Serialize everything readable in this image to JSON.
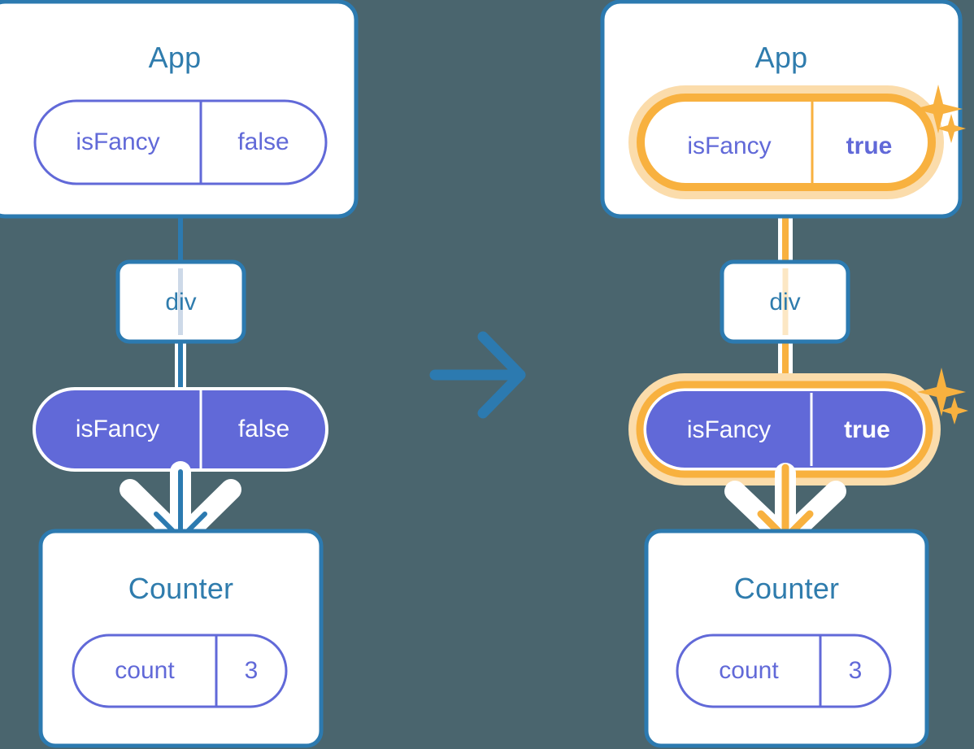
{
  "meta": {
    "background_color": "#4a656e",
    "card_border_color": "#2c7ab0",
    "card_fill_color": "#ffffff",
    "purple_color": "#6169d8",
    "purple_fill_color": "#6169d8",
    "highlight_color": "#f8b13f",
    "highlight_glow_color": "#fbdcab",
    "title_color": "#2f7cad",
    "arrow_white": "#ffffff"
  },
  "transition_arrow": {
    "icon": "arrow-right-icon",
    "color": "#2c7ab0"
  },
  "panels": [
    {
      "id": "before",
      "app_card": {
        "title": "App",
        "state_pill": {
          "name": "isFancy",
          "value": "false",
          "style": "outline",
          "highlighted": false,
          "bold_value": false
        }
      },
      "div_node": {
        "label": "div"
      },
      "prop_pill": {
        "name": "isFancy",
        "value": "false",
        "style": "filled",
        "highlighted": false,
        "bold_value": false
      },
      "counter_card": {
        "title": "Counter",
        "state_pill": {
          "name": "count",
          "value": "3",
          "style": "outline",
          "highlighted": false,
          "bold_value": false
        }
      },
      "flow_line_color": "#2c7ab0",
      "arrow_color": "#2c7ab0",
      "sparkles": false
    },
    {
      "id": "after",
      "app_card": {
        "title": "App",
        "state_pill": {
          "name": "isFancy",
          "value": "true",
          "style": "outline",
          "highlighted": true,
          "bold_value": true
        }
      },
      "div_node": {
        "label": "div"
      },
      "prop_pill": {
        "name": "isFancy",
        "value": "true",
        "style": "filled",
        "highlighted": true,
        "bold_value": true
      },
      "counter_card": {
        "title": "Counter",
        "state_pill": {
          "name": "count",
          "value": "3",
          "style": "outline",
          "highlighted": false,
          "bold_value": false
        }
      },
      "flow_line_color": "#f8b13f",
      "arrow_color": "#f8b13f",
      "sparkles": true
    }
  ]
}
